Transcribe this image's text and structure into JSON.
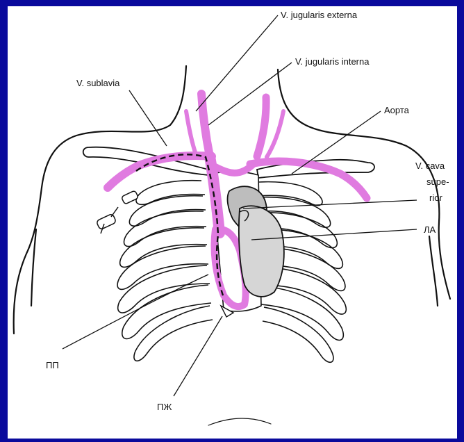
{
  "colors": {
    "background": "#0a0a9c",
    "panel": "#ffffff",
    "vessel": "#e07be0",
    "heart_fill": "#bdbdbd",
    "outline": "#111111"
  },
  "labels": {
    "jugularis_externa": "V. jugularis externa",
    "jugularis_interna": "V. jugularis interna",
    "sublavia": "V. sublavia",
    "aorta": "Аорта",
    "cava_line1": "V. cava",
    "cava_line2": "supe-",
    "cava_line3": "rior",
    "la": "ЛА",
    "pp": "ПП",
    "pzh": "ПЖ"
  }
}
